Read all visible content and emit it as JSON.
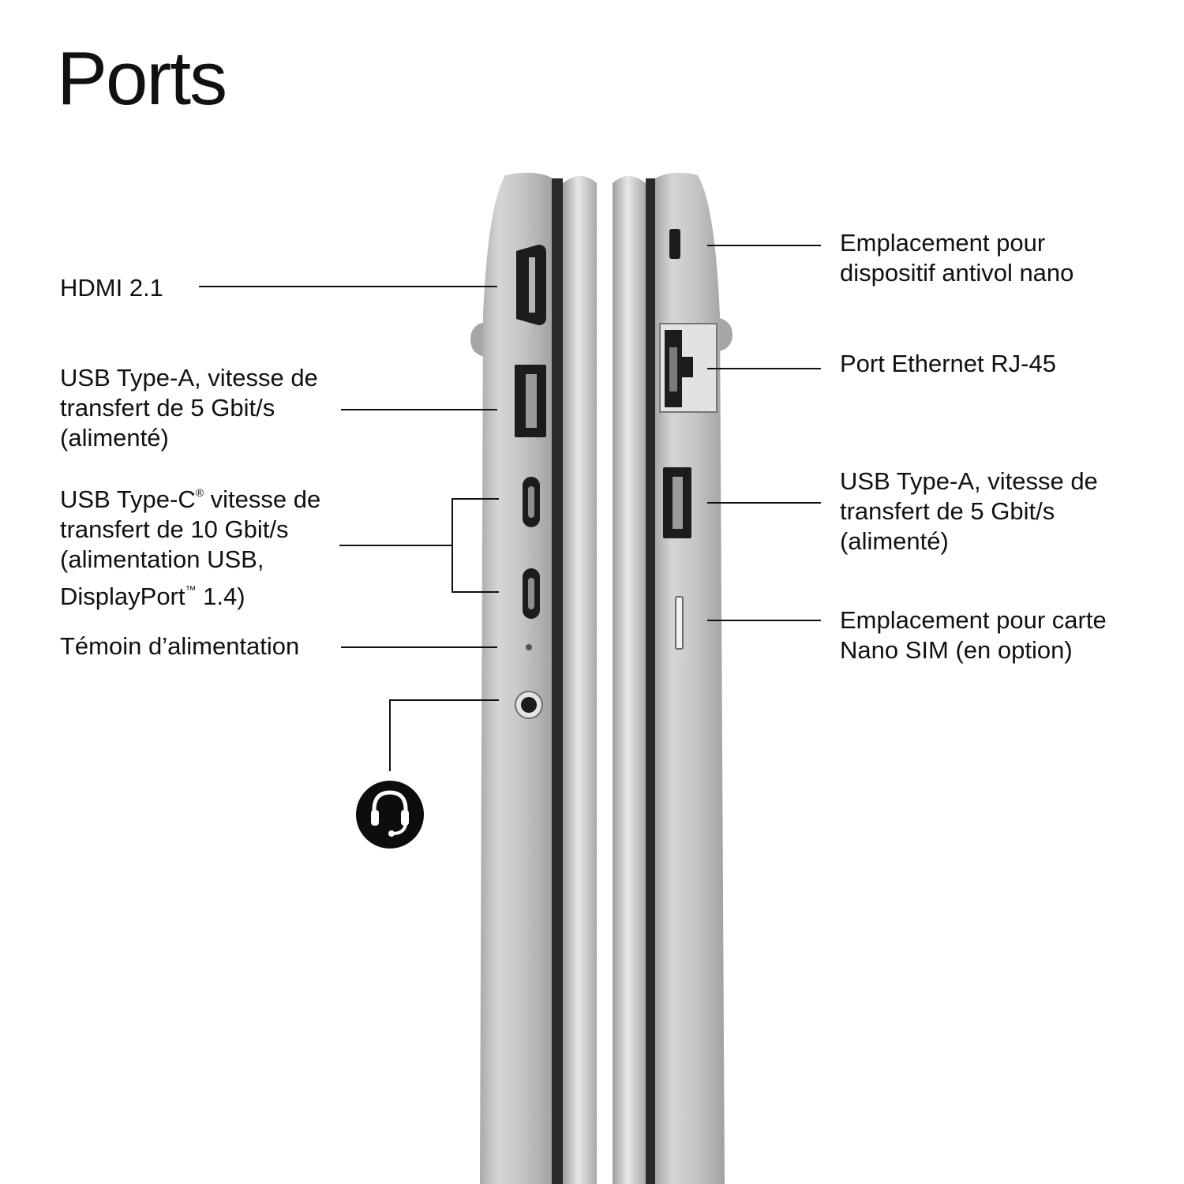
{
  "title": "Ports",
  "left_side": {
    "hdmi": {
      "lines": [
        "HDMI 2.1"
      ]
    },
    "usb_a": {
      "lines": [
        "USB Type-A, vitesse de",
        "transfert de 5 Gbit/s",
        "(alimenté)"
      ]
    },
    "usb_c": {
      "line1_prefix": "USB Type-C",
      "line1_reg": "®",
      "line1_suffix": " vitesse de",
      "line2": "transfert de 10 Gbit/s",
      "line3": "(alimentation USB,",
      "line4_prefix": "DisplayPort",
      "line4_tm": "™",
      "line4_suffix": " 1.4)"
    },
    "power_led": {
      "lines": [
        "Témoin d’alimentation"
      ]
    },
    "audio_icon": "headset-icon"
  },
  "right_side": {
    "lock_slot": {
      "lines": [
        "Emplacement pour",
        "dispositif antivol nano"
      ]
    },
    "ethernet": {
      "lines": [
        "Port Ethernet RJ-45"
      ]
    },
    "usb_a": {
      "lines": [
        "USB Type-A, vitesse de",
        "transfert de 5 Gbit/s",
        "(alimenté)"
      ]
    },
    "sim_slot": {
      "lines": [
        "Emplacement pour carte",
        "Nano SIM (en option)"
      ]
    }
  },
  "colors": {
    "chassis": "#c9c9cb",
    "chassis_highlight": "#e6e6e8",
    "port_dark": "#1c1c1c",
    "leader_line": "#111111"
  }
}
